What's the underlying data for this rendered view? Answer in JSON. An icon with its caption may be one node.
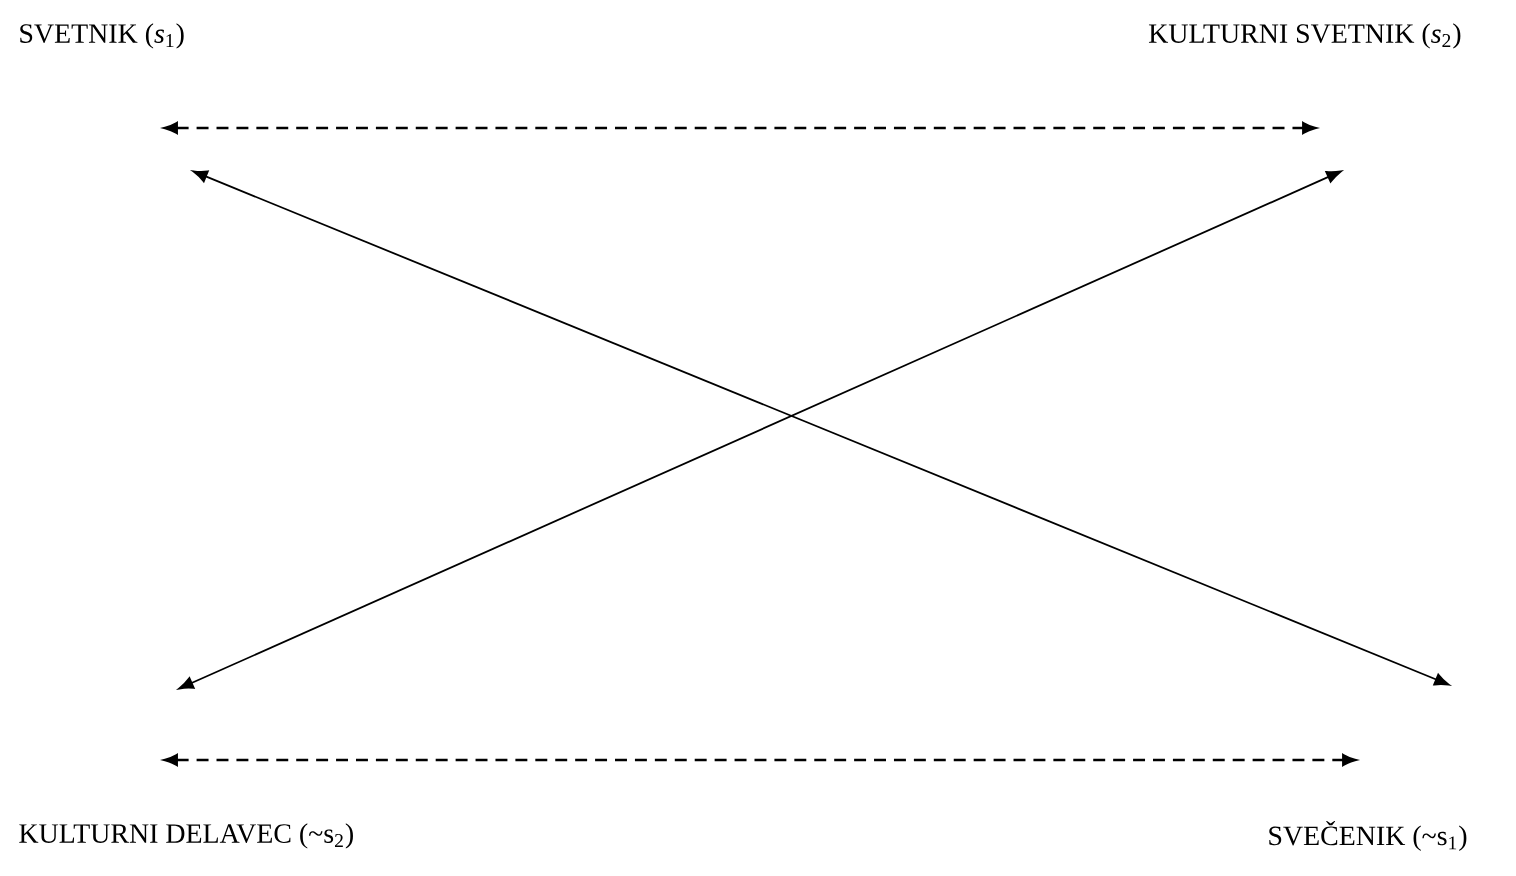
{
  "diagram": {
    "nodes": [
      {
        "text": [
          "SVETNIK (*s*$_{1}$)"
        ]
      },
      {
        "text": [
          "KULTURNI SVETNIK (*s*$_{2}$)"
        ]
      },
      {
        "text": [
          "KULTURNI DELAVEC (~s$_{2}$)"
        ]
      },
      {
        "text": [
          "SVEČENIK (~s$_{1}$)"
        ]
      }
    ],
    "edges": [
      {
        "from": 0,
        "to": 1,
        "arrow": "both",
        "style": "dashed"
      },
      {
        "from": 0,
        "to": 3,
        "arrow": "both"
      },
      {
        "from": 1,
        "to": 2,
        "arrow": "both"
      },
      {
        "from": 2,
        "to": 3,
        "arrow": "both",
        "style": "dashed"
      }
    ]
  }
}
